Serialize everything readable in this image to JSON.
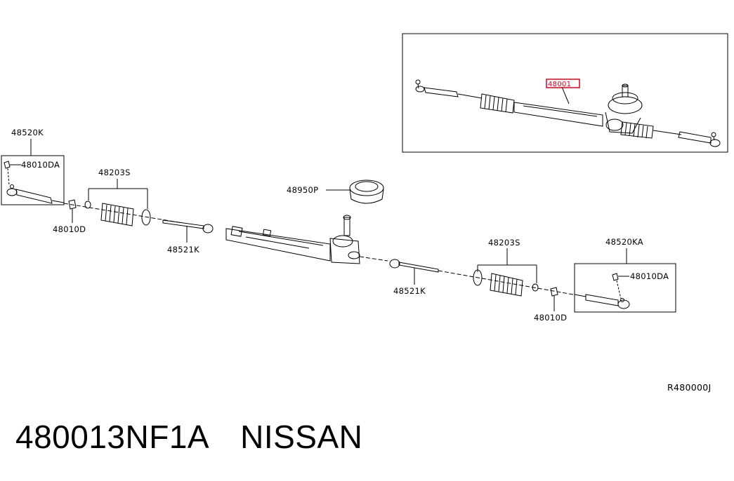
{
  "diagram": {
    "reference_code": "R480000J",
    "labels": {
      "tie_rod_end_left": "48520K",
      "nut_left_inner": "48010DA",
      "nut_left_outer": "48010D",
      "boot_kit_left": "48203S",
      "inner_socket_left": "48521K",
      "gear_boot": "48950P",
      "boot_kit_right": "48203S",
      "inner_socket_right": "48521K",
      "tie_rod_end_right": "48520KA",
      "nut_right_inner": "48010DA",
      "nut_right_outer": "48010D",
      "assembly_highlight": "48001"
    },
    "highlight_color": "#e0001b"
  },
  "part": {
    "number": "480013NF1A",
    "brand": "NISSAN"
  }
}
